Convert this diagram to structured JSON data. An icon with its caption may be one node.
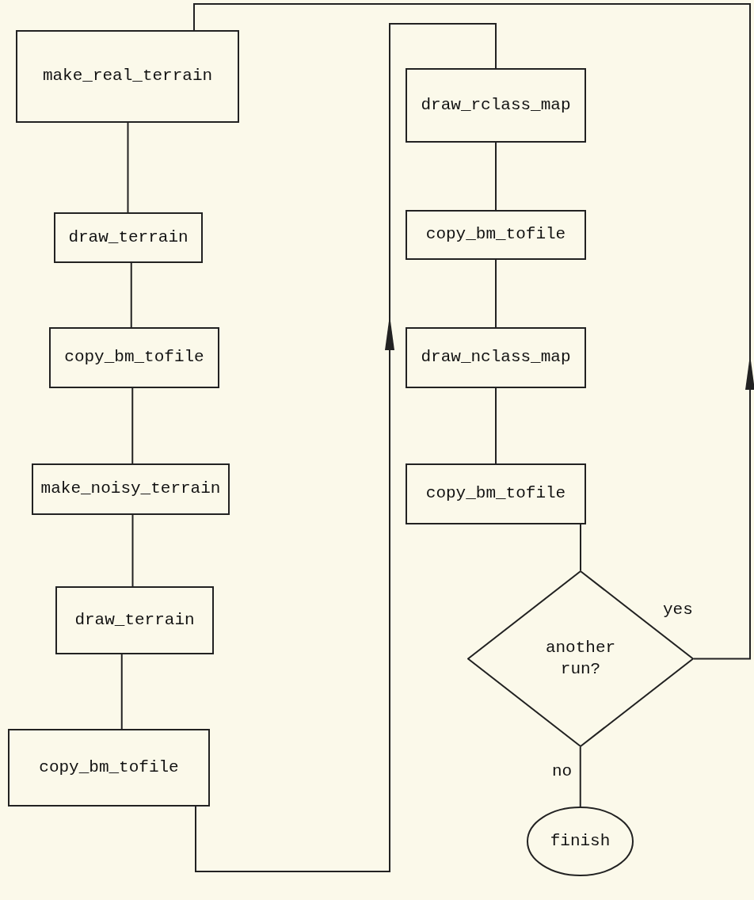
{
  "diagram": {
    "nodes": [
      {
        "text": [
          "make_real_terrain"
        ]
      },
      {
        "text": [
          "draw_terrain"
        ]
      },
      {
        "text": [
          "copy_bm_tofile"
        ]
      },
      {
        "text": [
          "make_noisy_terrain"
        ]
      },
      {
        "text": [
          "draw_terrain"
        ]
      },
      {
        "text": [
          "copy_bm_tofile"
        ]
      },
      {
        "text": [
          "draw_rclass_map"
        ]
      },
      {
        "text": [
          "copy_bm_tofile"
        ]
      },
      {
        "text": [
          "draw_nclass_map"
        ]
      },
      {
        "text": [
          "copy_bm_tofile"
        ]
      },
      {
        "text": [
          "another run?"
        ]
      },
      {
        "text": [
          "finish"
        ]
      }
    ],
    "edges": [
      {
        "from": 0,
        "to": 1,
        "arrow": "none"
      },
      {
        "from": 1,
        "to": 2,
        "arrow": "none"
      },
      {
        "from": 2,
        "to": 3,
        "arrow": "none"
      },
      {
        "from": 3,
        "to": 4,
        "arrow": "none"
      },
      {
        "from": 4,
        "to": 5,
        "arrow": "none"
      },
      {
        "from": 5,
        "to": 6,
        "arrow": "to"
      },
      {
        "from": 6,
        "to": 7,
        "arrow": "none"
      },
      {
        "from": 7,
        "to": 8,
        "arrow": "none"
      },
      {
        "from": 8,
        "to": 9,
        "arrow": "none"
      },
      {
        "from": 9,
        "to": 10,
        "arrow": "none"
      },
      {
        "from": 10,
        "to": 0,
        "arrow": "to",
        "label": "yes"
      },
      {
        "from": 10,
        "to": 11,
        "arrow": "none",
        "label": "no"
      }
    ]
  }
}
